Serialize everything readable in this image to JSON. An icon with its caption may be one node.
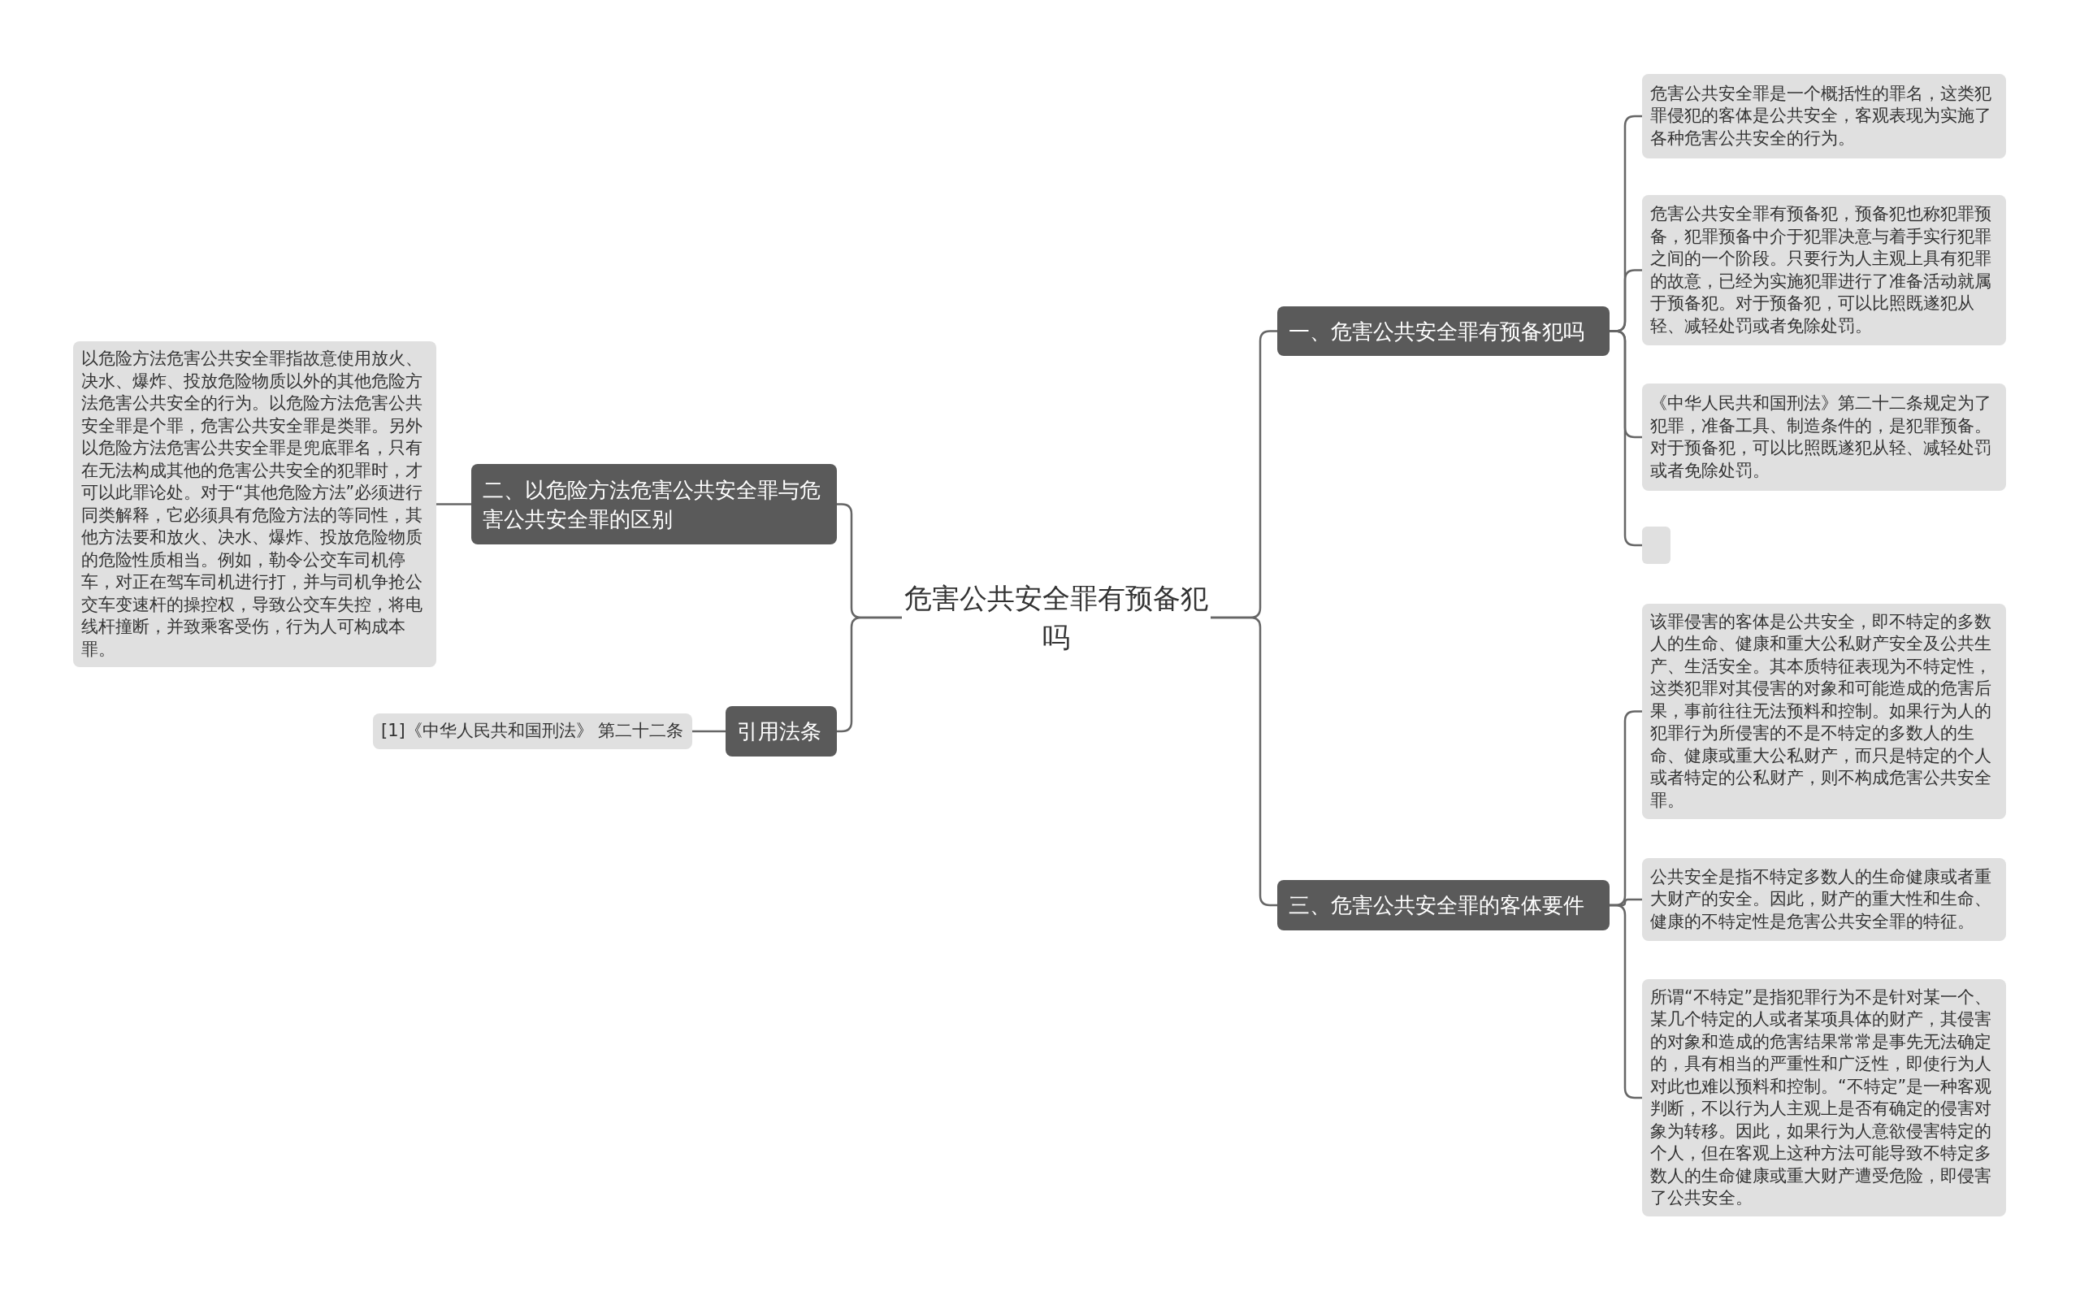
{
  "diagram": {
    "nodes": [
      {
        "text": [
          "危害公共安全罪有预备犯吗"
        ]
      },
      {
        "text": [
          "一、危害公共安全罪有预备犯吗"
        ]
      },
      {
        "text": [
          "危害公共安全罪是一个概括性的罪名，这类犯罪侵犯的客体是公共安全，客观表现为实施了各种危害公共安全的行为。"
        ]
      },
      {
        "text": [
          "危害公共安全罪有预备犯，预备犯也称犯罪预备，犯罪预备中介于犯罪决意与着手实行犯罪之间的一个阶段。只要行为人主观上具有犯罪的故意，已经为实施犯罪进行了准备活动就属于预备犯。对于预备犯，可以比照既遂犯从轻、减轻处罚或者免除处罚。"
        ]
      },
      {
        "text": [
          "《中华人民共和国刑法》第二十二条规定为了犯罪，准备工具、制造条件的，是犯罪预备。对于预备犯，可以比照既遂犯从轻、减轻处罚或者免除处罚。"
        ]
      },
      {
        "text": [],
        "shape": "box"
      },
      {
        "text": [
          "二、以危险方法危害公共安全罪与危害公共安全罪的区别"
        ]
      },
      {
        "text": [
          "以危险方法危害公共安全罪指故意使用放火、决水、爆炸、投放危险物质以外的其他危险方法危害公共安全的行为。以危险方法危害公共安全罪是个罪，危害公共安全罪是类罪。另外以危险方法危害公共安全罪是兜底罪名，只有在无法构成其他的危害公共安全的犯罪时，才可以此罪论处。对于“其他危险方法”必须进行同类解释，它必须具有危险方法的等同性，其他方法要和放火、决水、爆炸、投放危险物质的危险性质相当。例如，勒令公交车司机停车，对正在驾车司机进行打，并与司机争抢公交车变速杆的操控权，导致公交车失控，将电线杆撞断，并致乘客受伤，行为人可构成本罪。"
        ]
      },
      {
        "text": [
          "三、危害公共安全罪的客体要件"
        ]
      },
      {
        "text": [
          "该罪侵害的客体是公共安全，即不特定的多数人的生命、健康和重大公私财产安全及公共生产、生活安全。其本质特征表现为不特定性，这类犯罪对其侵害的对象和可能造成的危害后果，事前往往无法预料和控制。如果行为人的犯罪行为所侵害的不是不特定的多数人的生命、健康或重大公私财产，而只是特定的个人或者特定的公私财产，则不构成危害公共安全罪。"
        ]
      },
      {
        "text": [
          "公共安全是指不特定多数人的生命健康或者重大财产的安全。因此，财产的重大性和生命、健康的不特定性是危害公共安全罪的特征。"
        ]
      },
      {
        "text": [
          "所谓“不特定”是指犯罪行为不是针对某一个、某几个特定的人或者某项具体的财产，其侵害的对象和造成的危害结果常常是事先无法确定的，具有相当的严重性和广泛性，即使行为人对此也难以预料和控制。“不特定”是一种客观判断，不以行为人主观上是否有确定的侵害对象为转移。因此，如果行为人意欲侵害特定的个人，但在客观上这种方法可能导致不特定多数人的生命健康或重大财产遭受危险，即侵害了公共安全。"
        ]
      },
      {
        "text": [
          "引用法条"
        ]
      },
      {
        "text": [
          "[1]《中华人民共和国刑法》 第二十二条"
        ]
      }
    ],
    "edges": [
      {
        "from": 0,
        "to": 1,
        "arrow": "none"
      },
      {
        "from": 1,
        "to": 2,
        "arrow": "none"
      },
      {
        "from": 1,
        "to": 3,
        "arrow": "none"
      },
      {
        "from": 1,
        "to": 4,
        "arrow": "none"
      },
      {
        "from": 1,
        "to": 5,
        "arrow": "none"
      },
      {
        "from": 0,
        "to": 6,
        "arrow": "none"
      },
      {
        "from": 6,
        "to": 7,
        "arrow": "none"
      },
      {
        "from": 0,
        "to": 8,
        "arrow": "none"
      },
      {
        "from": 8,
        "to": 9,
        "arrow": "none"
      },
      {
        "from": 8,
        "to": 10,
        "arrow": "none"
      },
      {
        "from": 8,
        "to": 11,
        "arrow": "none"
      },
      {
        "from": 0,
        "to": 12,
        "arrow": "none"
      },
      {
        "from": 12,
        "to": 13,
        "arrow": "none"
      }
    ]
  }
}
